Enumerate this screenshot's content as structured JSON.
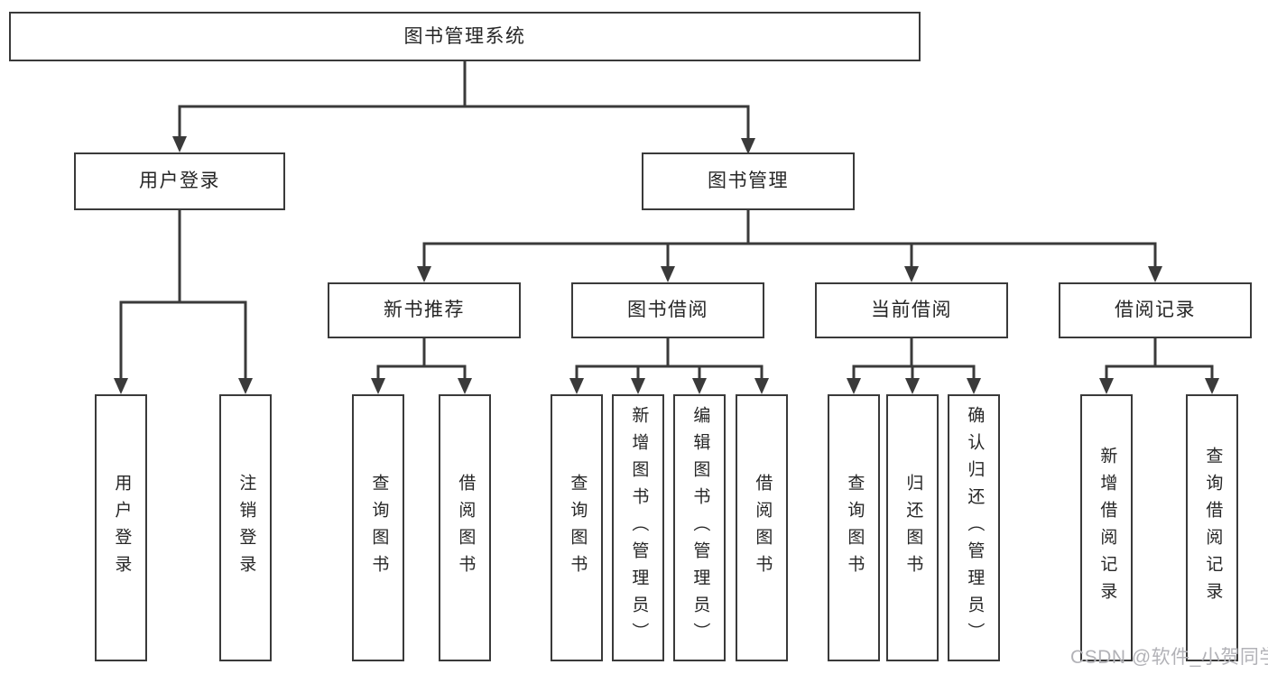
{
  "diagram": {
    "root": "图书管理系统",
    "branches": [
      {
        "label": "用户登录",
        "children": [
          "用户登录",
          "注销登录"
        ]
      },
      {
        "label": "图书管理",
        "groups": [
          {
            "label": "新书推荐",
            "children": [
              "查询图书",
              "借阅图书"
            ]
          },
          {
            "label": "图书借阅",
            "children": [
              "查询图书",
              "新增图书（管理员）",
              "编辑图书（管理员）",
              "借阅图书"
            ]
          },
          {
            "label": "当前借阅",
            "children": [
              "查询图书",
              "归还图书",
              "确认归还（管理员）"
            ]
          },
          {
            "label": "借阅记录",
            "children": [
              "新增借阅记录",
              "查询借阅记录"
            ]
          }
        ]
      }
    ]
  },
  "watermark": "CSDN @软件_小贺同学",
  "colors": {
    "line": "#3a3a3a",
    "text": "#262626",
    "watermark": "#b2b2b7",
    "background": "#ffffff"
  }
}
